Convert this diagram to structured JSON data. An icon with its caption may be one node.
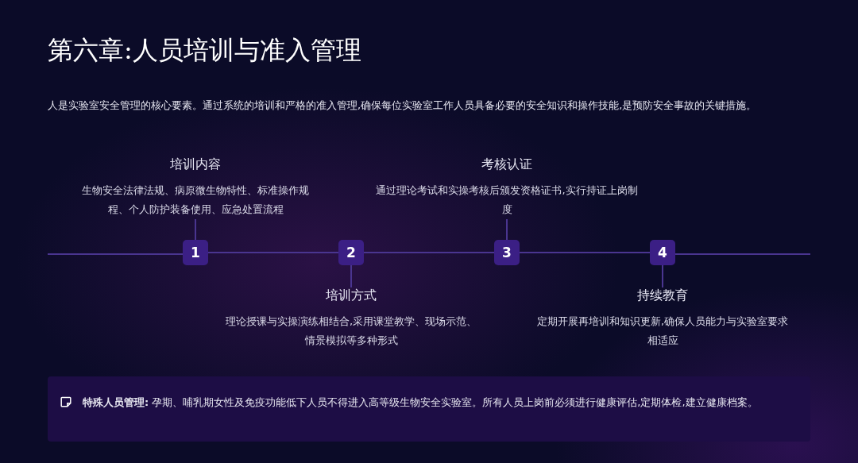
{
  "diagram": {
    "title": "第六章:人员培训与准入管理",
    "nodes": [
      {
        "text": [
          "1"
        ]
      },
      {
        "text": [
          "培训内容",
          "生物安全法律法规、病原微生物特性、标准操作规程、个人防护装备使用、应急处置流程"
        ]
      },
      {
        "text": [
          "2"
        ]
      },
      {
        "text": [
          "培训方式",
          "理论授课与实操演练相结合,采用课堂教学、现场示范、情景模拟等多种形式"
        ]
      },
      {
        "text": [
          "3"
        ]
      },
      {
        "text": [
          "考核认证",
          "通过理论考试和实操考核后颁发资格证书,实行持证上岗制度"
        ]
      },
      {
        "text": [
          "4"
        ]
      },
      {
        "text": [
          "持续教育",
          "定期开展再培训和知识更新,确保人员能力与实验室要求相适应"
        ]
      },
      {
        "text": [
          "**特殊人员管理:** 孕期、哺乳期女性及免疫功能低下人员不得进入高等级生物安全实验室。所有人员上岗前必须进行健康评估,定期体检,建立健康档案。"
        ]
      }
    ],
    "edges": [
      {
        "from": 0,
        "to": 1,
        "arrow": "none"
      },
      {
        "from": 2,
        "to": 3,
        "arrow": "none"
      },
      {
        "from": 4,
        "to": 5,
        "arrow": "none"
      },
      {
        "from": 6,
        "to": 7,
        "arrow": "none"
      },
      {
        "from": 0,
        "to": 2,
        "arrow": "none"
      },
      {
        "from": 2,
        "to": 4,
        "arrow": "none"
      },
      {
        "from": 4,
        "to": 6,
        "arrow": "none"
      }
    ],
    "labels": [
      "人是实验室安全管理的核心要素。通过系统的培训和严格的准入管理,确保每位实验室工作人员具备必要的安全知识和操作技能,是预防安全事故的关键措施。"
    ]
  }
}
